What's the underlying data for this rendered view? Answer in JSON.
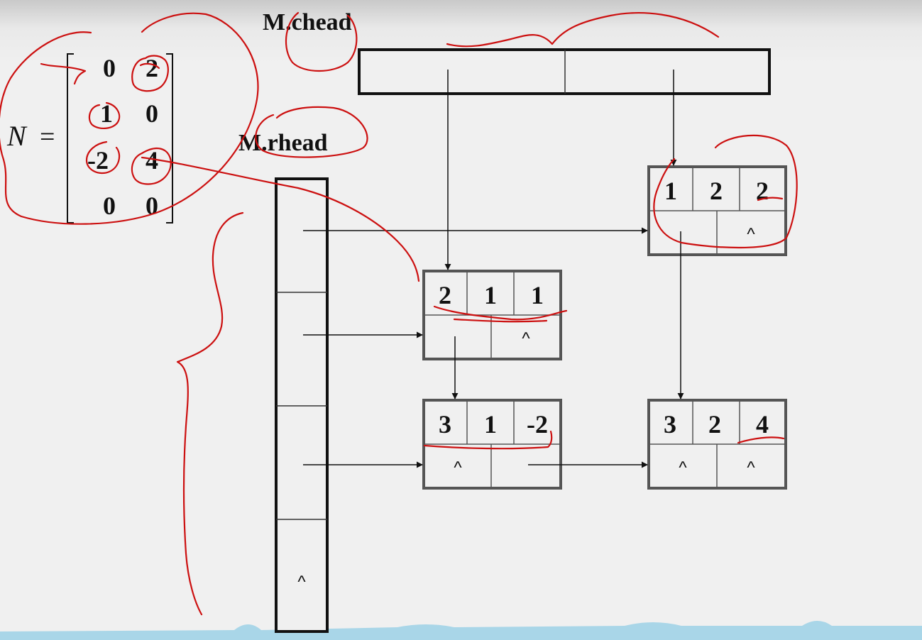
{
  "matrix": {
    "name": "N",
    "equals": "=",
    "rows": [
      [
        "0",
        "2"
      ],
      [
        "1",
        "0"
      ],
      [
        "-2",
        "4"
      ],
      [
        "0",
        "0"
      ]
    ]
  },
  "labels": {
    "col_head": "M.chead",
    "row_head": "M.rhead"
  },
  "null_marker": "^",
  "nodes": {
    "n11": {
      "i": "2",
      "j": "1",
      "e": "1"
    },
    "n12": {
      "i": "1",
      "j": "2",
      "e": "2"
    },
    "n21": {
      "i": "3",
      "j": "1",
      "e": "-2"
    },
    "n22": {
      "i": "3",
      "j": "2",
      "e": "4"
    }
  },
  "colors": {
    "ink": "#cc1010",
    "background": "#f0f0f0",
    "wave": "#a9d6e8"
  }
}
